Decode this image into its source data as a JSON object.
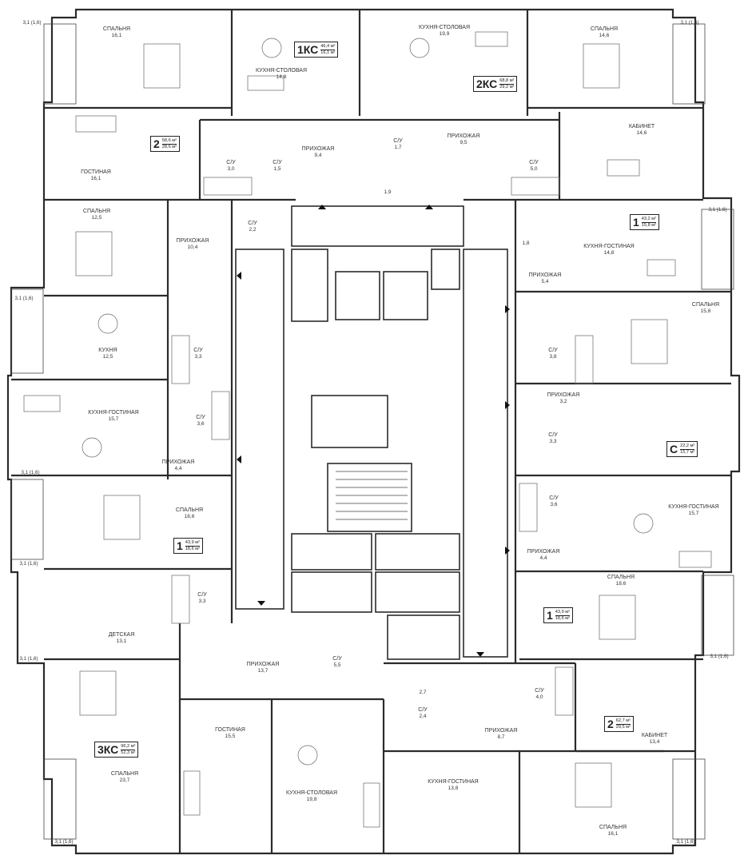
{
  "rooms": [
    {
      "name": "СПАЛЬНЯ",
      "area": "16,1"
    },
    {
      "name": "КУХНЯ-СТОЛОВАЯ",
      "area": "14,8"
    },
    {
      "name": "КУХНЯ-СТОЛОВАЯ",
      "area": "19,9"
    },
    {
      "name": "СПАЛЬНЯ",
      "area": "14,6"
    },
    {
      "name": "ГОСТИНАЯ",
      "area": "16,1"
    },
    {
      "name": "С/У",
      "area": "3,0"
    },
    {
      "name": "С/У",
      "area": "1,5"
    },
    {
      "name": "ПРИХОЖАЯ",
      "area": "9,4"
    },
    {
      "name": "С/У",
      "area": "1,7"
    },
    {
      "name": "",
      "area": "1,9"
    },
    {
      "name": "ПРИХОЖАЯ",
      "area": "9,5"
    },
    {
      "name": "С/У",
      "area": "5,0"
    },
    {
      "name": "КАБИНЕТ",
      "area": "14,6"
    },
    {
      "name": "СПАЛЬНЯ",
      "area": "12,5"
    },
    {
      "name": "С/У",
      "area": "2,2"
    },
    {
      "name": "ПРИХОЖАЯ",
      "area": "10,4"
    },
    {
      "name": "КУХНЯ-ГОСТИНАЯ",
      "area": "14,8"
    },
    {
      "name": "",
      "area": "1,8"
    },
    {
      "name": "ПРИХОЖАЯ",
      "area": "5,4"
    },
    {
      "name": "СПАЛЬНЯ",
      "area": "15,8"
    },
    {
      "name": "КУХНЯ",
      "area": "12,5"
    },
    {
      "name": "С/У",
      "area": "3,3"
    },
    {
      "name": "С/У",
      "area": "3,8"
    },
    {
      "name": "КУХНЯ-ГОСТИНАЯ",
      "area": "15,7"
    },
    {
      "name": "С/У",
      "area": "3,6"
    },
    {
      "name": "ПРИХОЖАЯ",
      "area": "3,2"
    },
    {
      "name": "С/У",
      "area": "3,3"
    },
    {
      "name": "ПРИХОЖАЯ",
      "area": "4,4"
    },
    {
      "name": "С/У",
      "area": "3,6"
    },
    {
      "name": "КУХНЯ-ГОСТИНАЯ",
      "area": "15,7"
    },
    {
      "name": "СПАЛЬНЯ",
      "area": "18,6"
    },
    {
      "name": "ПРИХОЖАЯ",
      "area": "4,4"
    },
    {
      "name": "СПАЛЬНЯ",
      "area": "18,6"
    },
    {
      "name": "С/У",
      "area": "3,3"
    },
    {
      "name": "ДЕТСКАЯ",
      "area": "13,1"
    },
    {
      "name": "ПРИХОЖАЯ",
      "area": "13,7"
    },
    {
      "name": "С/У",
      "area": "5,5"
    },
    {
      "name": "",
      "area": "2,7"
    },
    {
      "name": "С/У",
      "area": "4,0"
    },
    {
      "name": "С/У",
      "area": "2,4"
    },
    {
      "name": "ГОСТИНАЯ",
      "area": "15,5"
    },
    {
      "name": "ПРИХОЖАЯ",
      "area": "8,7"
    },
    {
      "name": "КАБИНЕТ",
      "area": "13,4"
    },
    {
      "name": "СПАЛЬНЯ",
      "area": "23,7"
    },
    {
      "name": "КУХНЯ-СТОЛОВАЯ",
      "area": "19,8"
    },
    {
      "name": "КУХНЯ-ГОСТИНАЯ",
      "area": "13,8"
    },
    {
      "name": "СПАЛЬНЯ",
      "area": "16,1"
    }
  ],
  "apartments": [
    {
      "code": "1КС",
      "total": "46,4 м²",
      "living": "16,1 м²"
    },
    {
      "code": "2КС",
      "total": "68,8 м²",
      "living": "29,2 м²"
    },
    {
      "code": "2",
      "total": "58,6 м²",
      "living": "28,6 м²"
    },
    {
      "code": "1",
      "total": "43,2 м²",
      "living": "15,8 м²"
    },
    {
      "code": "С",
      "total": "22,2 м²",
      "living": "15,7 м²"
    },
    {
      "code": "1",
      "total": "43,9 м²",
      "living": "18,6 м²"
    },
    {
      "code": "1",
      "total": "43,9 м²",
      "living": "18,6 м²"
    },
    {
      "code": "2",
      "total": "62,7 м²",
      "living": "29,5 м²"
    },
    {
      "code": "3КС",
      "total": "96,2 м²",
      "living": "52,3 м²"
    }
  ],
  "balconies": [
    {
      "label": "3,1 (1,6)"
    },
    {
      "label": "3,1 (1,6)"
    },
    {
      "label": "3,1 (1,6)"
    },
    {
      "label": "3,1 (1,6)"
    },
    {
      "label": "3,1 (1,6)"
    },
    {
      "label": "3,1 (1,6)"
    },
    {
      "label": "3,1 (1,6)"
    },
    {
      "label": "3,1 (1,6)"
    },
    {
      "label": "3,1 (1,6)"
    },
    {
      "label": "3,1 (1,6)"
    }
  ]
}
